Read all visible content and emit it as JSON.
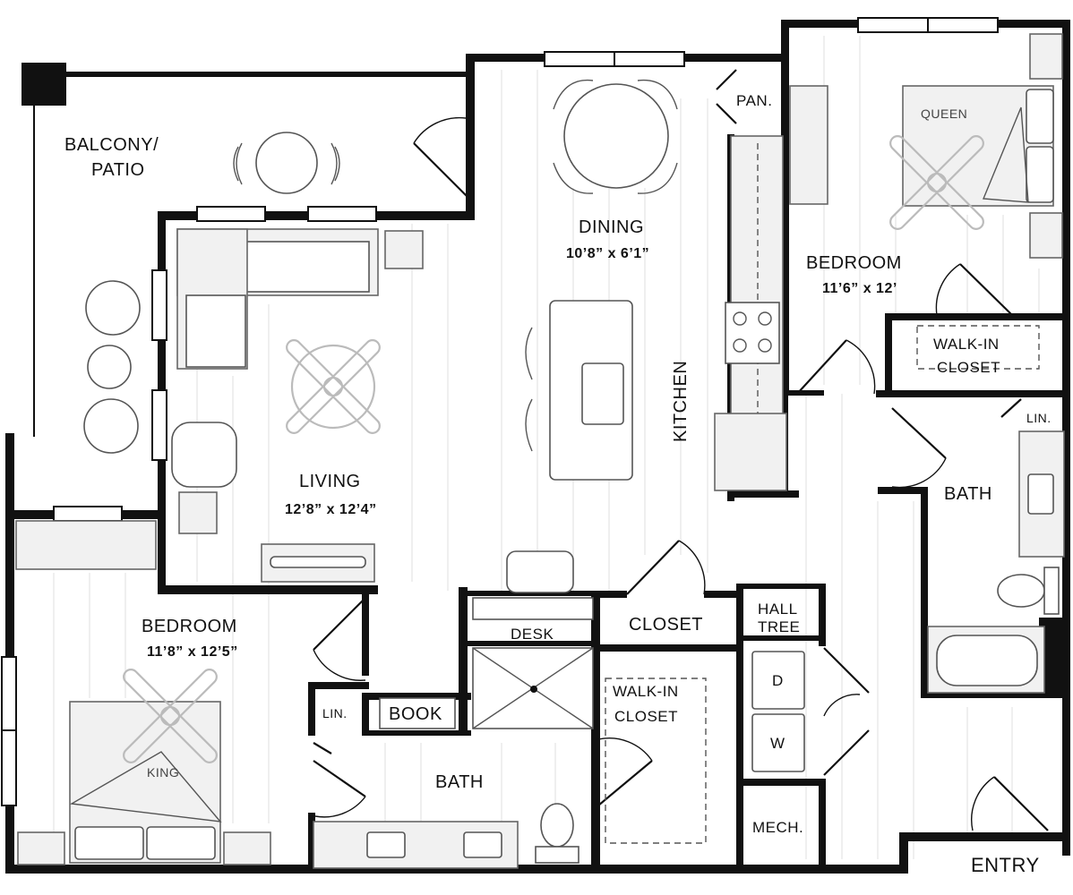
{
  "rooms": {
    "balcony": {
      "name_line1": "BALCONY/",
      "name_line2": "PATIO"
    },
    "dining": {
      "name": "DINING",
      "dims": "10’8” x 6’1”"
    },
    "pantry": {
      "name": "PAN."
    },
    "bedroom_right": {
      "name": "BEDROOM",
      "dims": "11’6” x 12’",
      "bed": "QUEEN"
    },
    "walkin_right": {
      "name_line1": "WALK-IN",
      "name_line2": "CLOSET"
    },
    "linen_right": {
      "name": "LIN."
    },
    "bath_right": {
      "name": "BATH"
    },
    "kitchen": {
      "name": "KITCHEN"
    },
    "living": {
      "name": "LIVING",
      "dims": "12’8” x 12’4”"
    },
    "bedroom_left": {
      "name": "BEDROOM",
      "dims": "11’8” x 12’5”",
      "bed": "KING"
    },
    "desk": {
      "name": "DESK"
    },
    "closet": {
      "name": "CLOSET"
    },
    "hall_tree": {
      "name_line1": "HALL",
      "name_line2": "TREE"
    },
    "linen_left": {
      "name": "LIN."
    },
    "book": {
      "name": "BOOK"
    },
    "walkin_center": {
      "name_line1": "WALK-IN",
      "name_line2": "CLOSET"
    },
    "washer_dryer": {
      "dryer": "D",
      "washer": "W"
    },
    "bath_left": {
      "name": "BATH"
    },
    "mech": {
      "name": "MECH."
    },
    "entry": {
      "name": "ENTRY"
    }
  }
}
